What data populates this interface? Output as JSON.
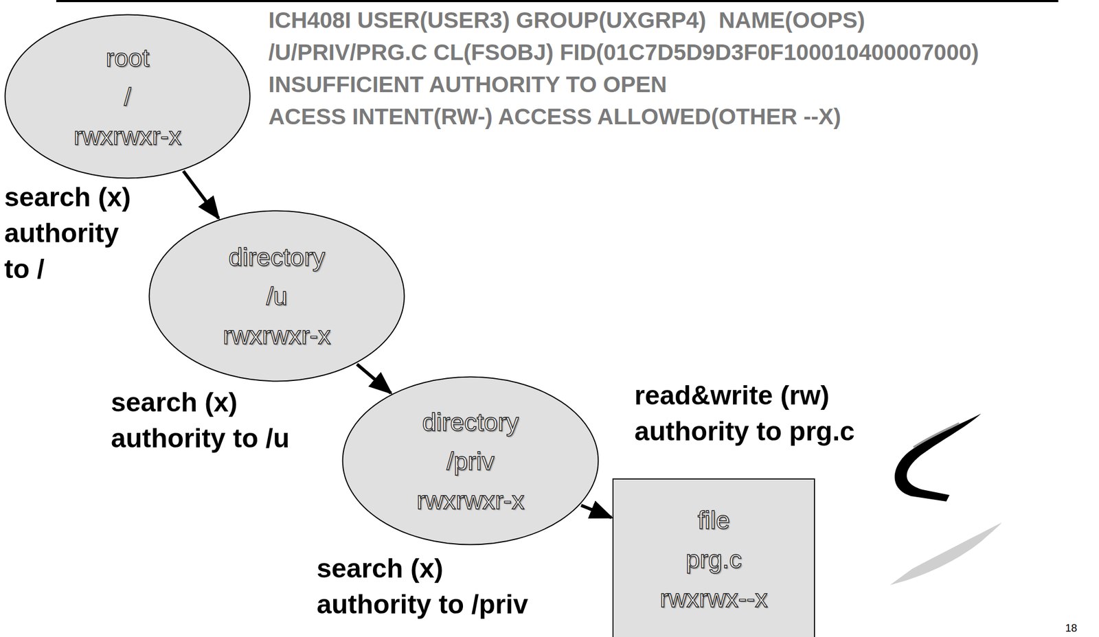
{
  "diagram": {
    "nodes": [
      {
        "text": [
          "root",
          "/",
          "rwxrwxr-x"
        ]
      },
      {
        "text": [
          "directory",
          "/u",
          "rwxrwxr-x"
        ]
      },
      {
        "text": [
          "directory",
          "/priv",
          "rwxrwxr-x"
        ]
      },
      {
        "text": [
          "file",
          "prg.c",
          "rwxrwx--x"
        ]
      }
    ],
    "edges": [
      {
        "from": 0,
        "to": 1,
        "arrow": "to",
        "label": "search (x) authority to /"
      },
      {
        "from": 1,
        "to": 2,
        "arrow": "to",
        "label": "search (x) authority to /u"
      },
      {
        "from": 2,
        "to": 3,
        "arrow": "to",
        "label": "search (x) authority to /priv"
      }
    ],
    "labels": [
      "ICH408I USER(USER3) GROUP(UXGRP4)  NAME(OOPS)",
      "/U/PRIV/PRG.C CL(FSOBJ) FID(01C7D5D9D3F0F100010400007000)",
      "INSUFFICIENT AUTHORITY TO OPEN",
      "ACESS INTENT(RW-) ACCESS ALLOWED(OTHER --X)",
      "read&write (rw) authority to prg.c",
      "18"
    ]
  }
}
